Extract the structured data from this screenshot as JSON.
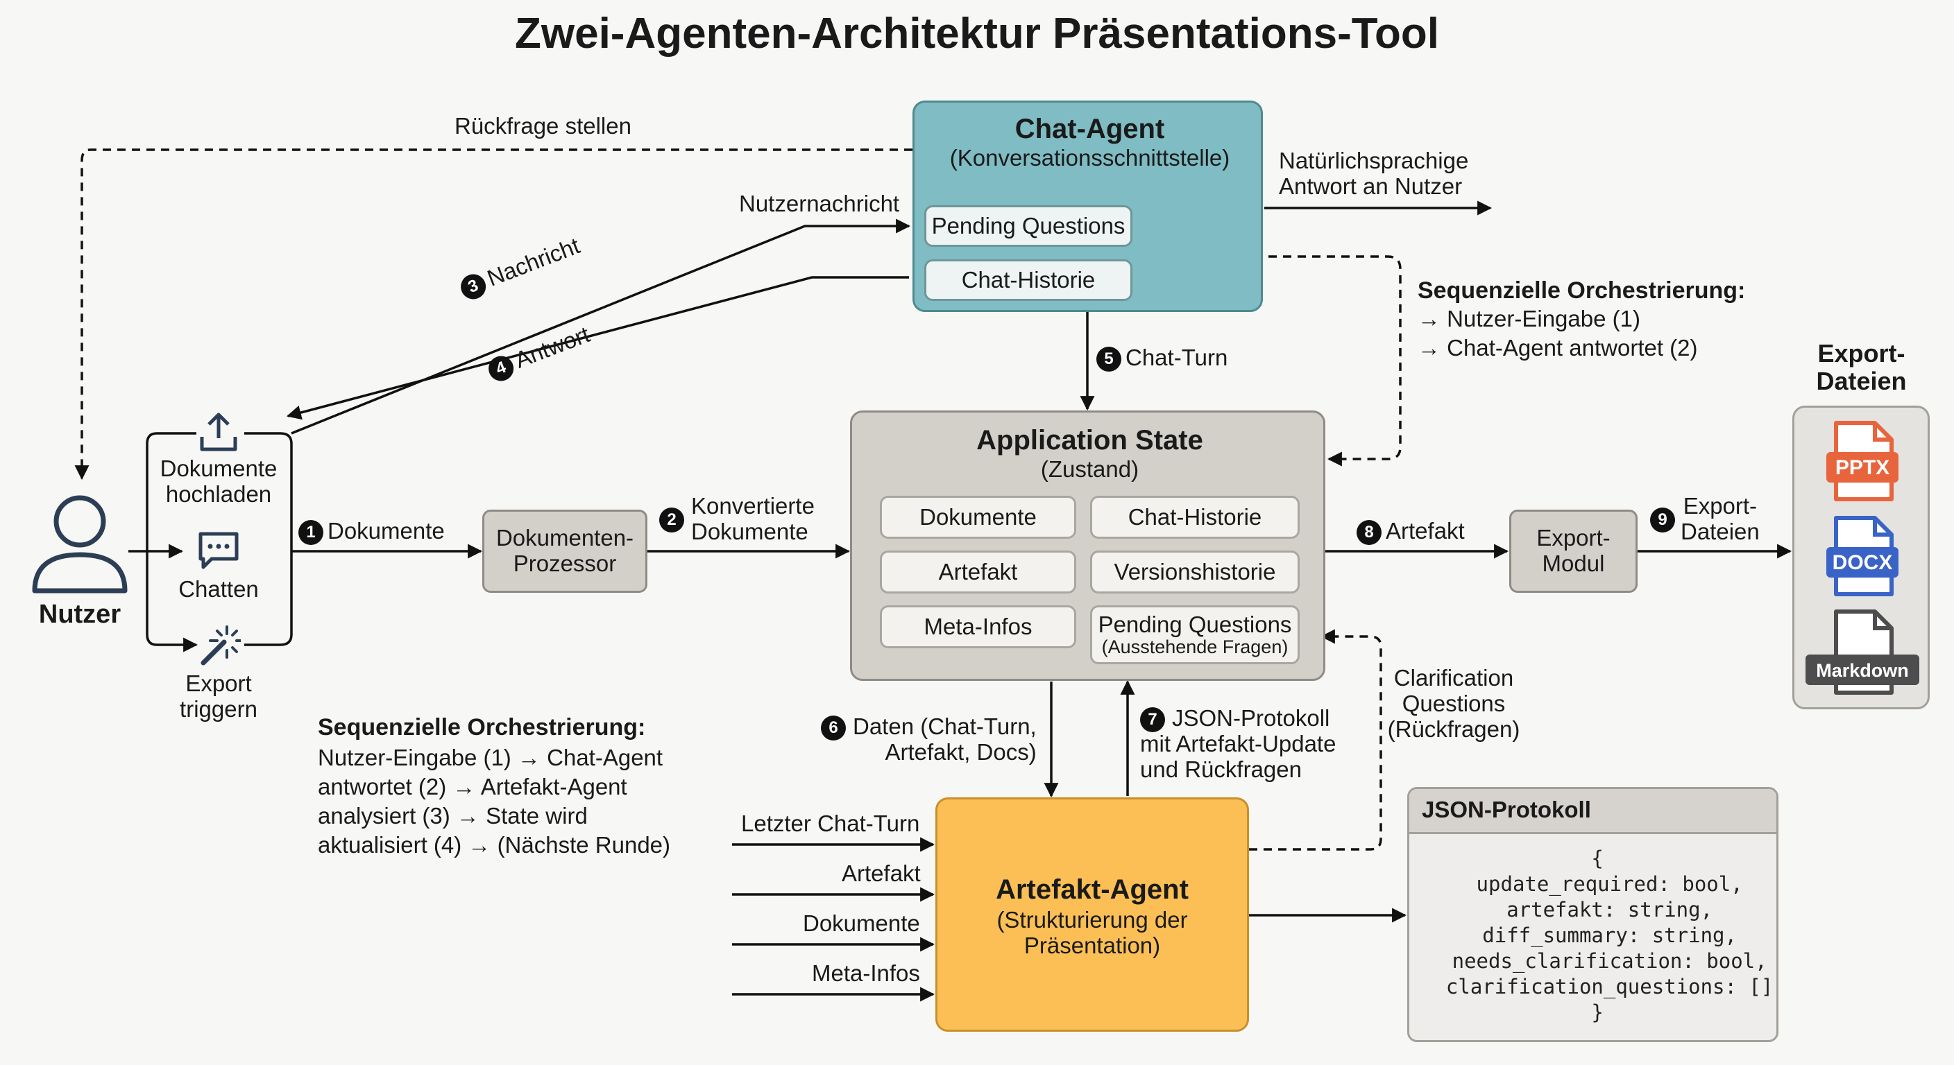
{
  "title": "Zwei-Agenten-Architektur Präsentations-Tool",
  "user": {
    "label": "Nutzer"
  },
  "actions": {
    "upload": "Dokumente\nhochladen",
    "chat": "Chatten",
    "export": "Export\ntriggern"
  },
  "chat_agent": {
    "title": "Chat-Agent",
    "subtitle": "(Konversationsschnittstelle)",
    "pending": "Pending Questions",
    "history": "Chat-Historie"
  },
  "app_state": {
    "title": "Application State",
    "subtitle": "(Zustand)",
    "items": [
      "Dokumente",
      "Chat-Historie",
      "Artefakt",
      "Versionshistorie",
      "Meta-Infos"
    ],
    "pending_title": "Pending Questions",
    "pending_sub": "(Ausstehende Fragen)"
  },
  "doc_processor": "Dokumenten-\nProzessor",
  "export_module": "Export-\nModul",
  "artefakt_agent": {
    "title": "Artefakt-Agent",
    "subtitle": "(Strukturierung der\nPräsentation)"
  },
  "export_files": {
    "title": "Export-\nDateien",
    "formats": [
      "PPTX",
      "DOCX",
      "Markdown"
    ]
  },
  "edges": {
    "rueckfrage": "Rückfrage stellen",
    "nutzernachricht": "Nutzernachricht",
    "nachricht": "Nachricht",
    "antwort": "Antwort",
    "dokumente": "Dokumente",
    "konvertierte": "Konvertierte\nDokumente",
    "chat_turn": "Chat-Turn",
    "daten": "Daten (Chat-Turn,\nArtefakt, Docs)",
    "json_update": "JSON-Protokoll\nmit Artefakt-Update\nund Rückfragen",
    "artefakt": "Artefakt",
    "export_dateien": "Export-\nDateien",
    "natural": "Natürlichsprachige\nAntwort an Nutzer",
    "clarification": "Clarification\nQuestions\n(Rückfragen)"
  },
  "steps": [
    "1",
    "2",
    "3",
    "4",
    "5",
    "6",
    "7",
    "8",
    "9"
  ],
  "inputs": [
    "Letzter Chat-Turn",
    "Artefakt",
    "Dokumente",
    "Meta-Infos"
  ],
  "orchestration_top": {
    "title": "Sequenzielle Orchestrierung:",
    "lines": [
      "→ Nutzer-Eingabe (1)",
      "→ Chat-Agent antwortet (2)"
    ]
  },
  "orchestration_bottom": {
    "title": "Sequenzielle Orchestrierung:",
    "text": "Nutzer-Eingabe (1) → Chat-Agent\nantwortet (2) → Artefakt-Agent\nanalysiert (3) → State wird\naktualisiert (4) → (Nächste Runde)"
  },
  "json_protocol": {
    "title": "JSON-Protokoll",
    "code": "{\n  update_required: bool,\n  artefakt: string,\n  diff_summary: string,\n  needs_clarification: bool,\n  clarification_questions: []\n}"
  },
  "colors": {
    "chat_agent": "#7fbcc3",
    "artefakt_agent": "#fbbf55",
    "pptx": "#e8643c",
    "docx": "#3a63c8",
    "markdown": "#4d4d4d"
  }
}
